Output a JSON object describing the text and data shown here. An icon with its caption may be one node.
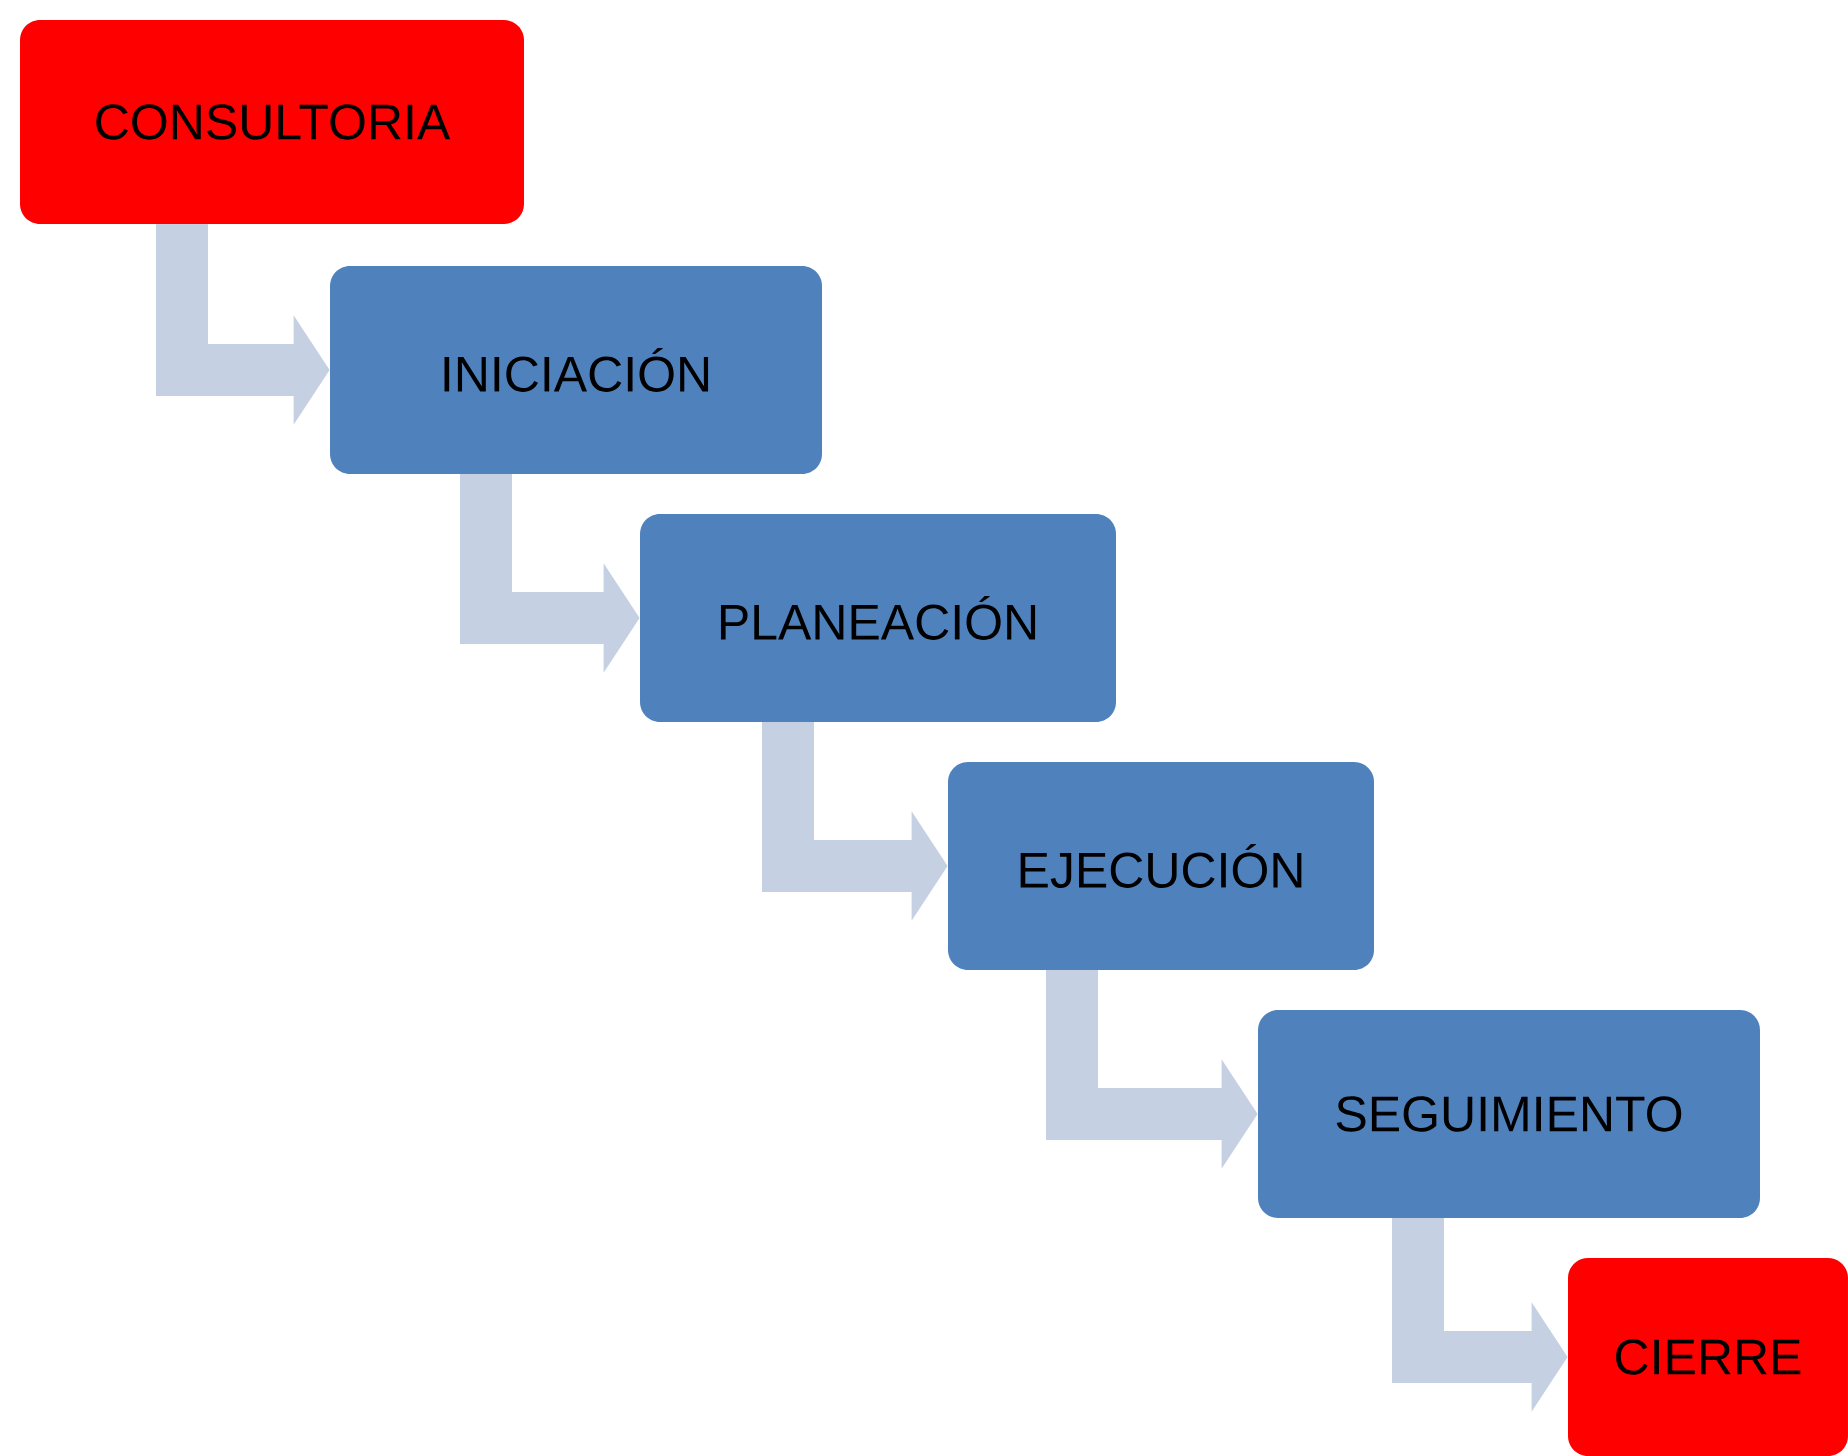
{
  "diagram": {
    "nodes": [
      {
        "text": [
          "CONSULTORIA"
        ]
      },
      {
        "text": [
          "INICIACIÓN"
        ]
      },
      {
        "text": [
          "PLANEACIÓN"
        ]
      },
      {
        "text": [
          "EJECUCIÓN"
        ]
      },
      {
        "text": [
          "SEGUIMIENTO"
        ]
      },
      {
        "text": [
          "CIERRE"
        ]
      }
    ],
    "edges": [
      {
        "from": 0,
        "to": 1,
        "arrow": "to"
      },
      {
        "from": 1,
        "to": 2,
        "arrow": "to"
      },
      {
        "from": 2,
        "to": 3,
        "arrow": "to"
      },
      {
        "from": 3,
        "to": 4,
        "arrow": "to"
      },
      {
        "from": 4,
        "to": 5,
        "arrow": "to"
      }
    ]
  }
}
